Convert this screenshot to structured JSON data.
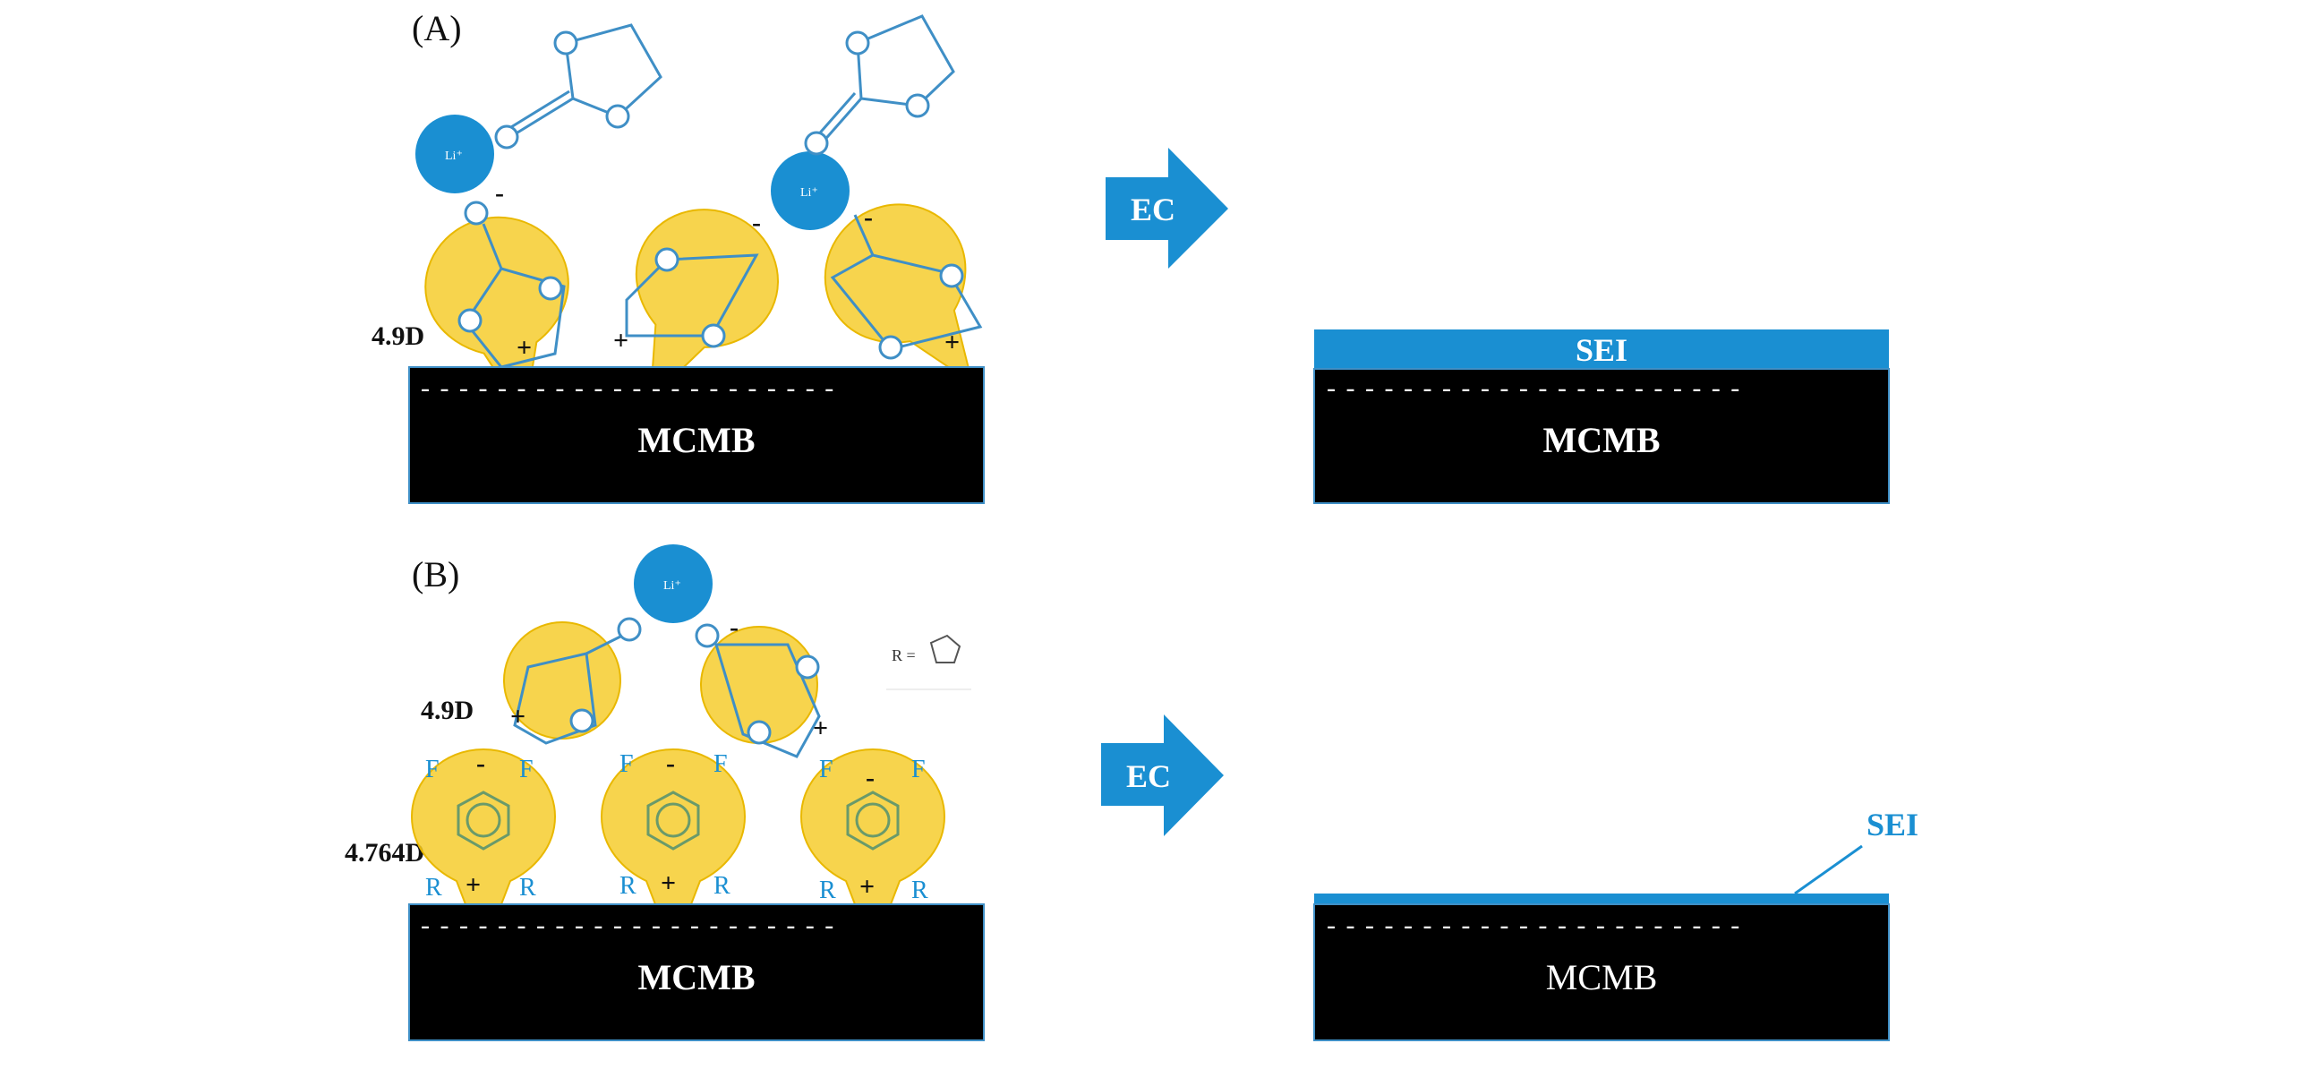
{
  "panels": [
    {
      "label": "(A)",
      "dipole_labels": [
        "4.9D"
      ],
      "substrate": "MCMB",
      "arrow_label": "EC",
      "result_layer": "SEI",
      "result_substrate": "MCMB"
    },
    {
      "label": "(B)",
      "dipole_labels": [
        "4.9D",
        "4.764D"
      ],
      "substrate": "MCMB",
      "arrow_label": "EC",
      "result_layer": "SEI",
      "result_substrate": "MCMB",
      "r_group_label": "R =",
      "atom_labels": {
        "fluorine": "F",
        "r_group": "R"
      }
    }
  ],
  "ion_label": "Li⁺",
  "colors": {
    "lithium_ion": "#1a8fd2",
    "molecule_bond": "#3f8fc6",
    "dipole_lobe": "#f6cd2e",
    "substrate": "#000000",
    "sei": "#1a8fd2",
    "arrow": "#1a8fd2"
  }
}
